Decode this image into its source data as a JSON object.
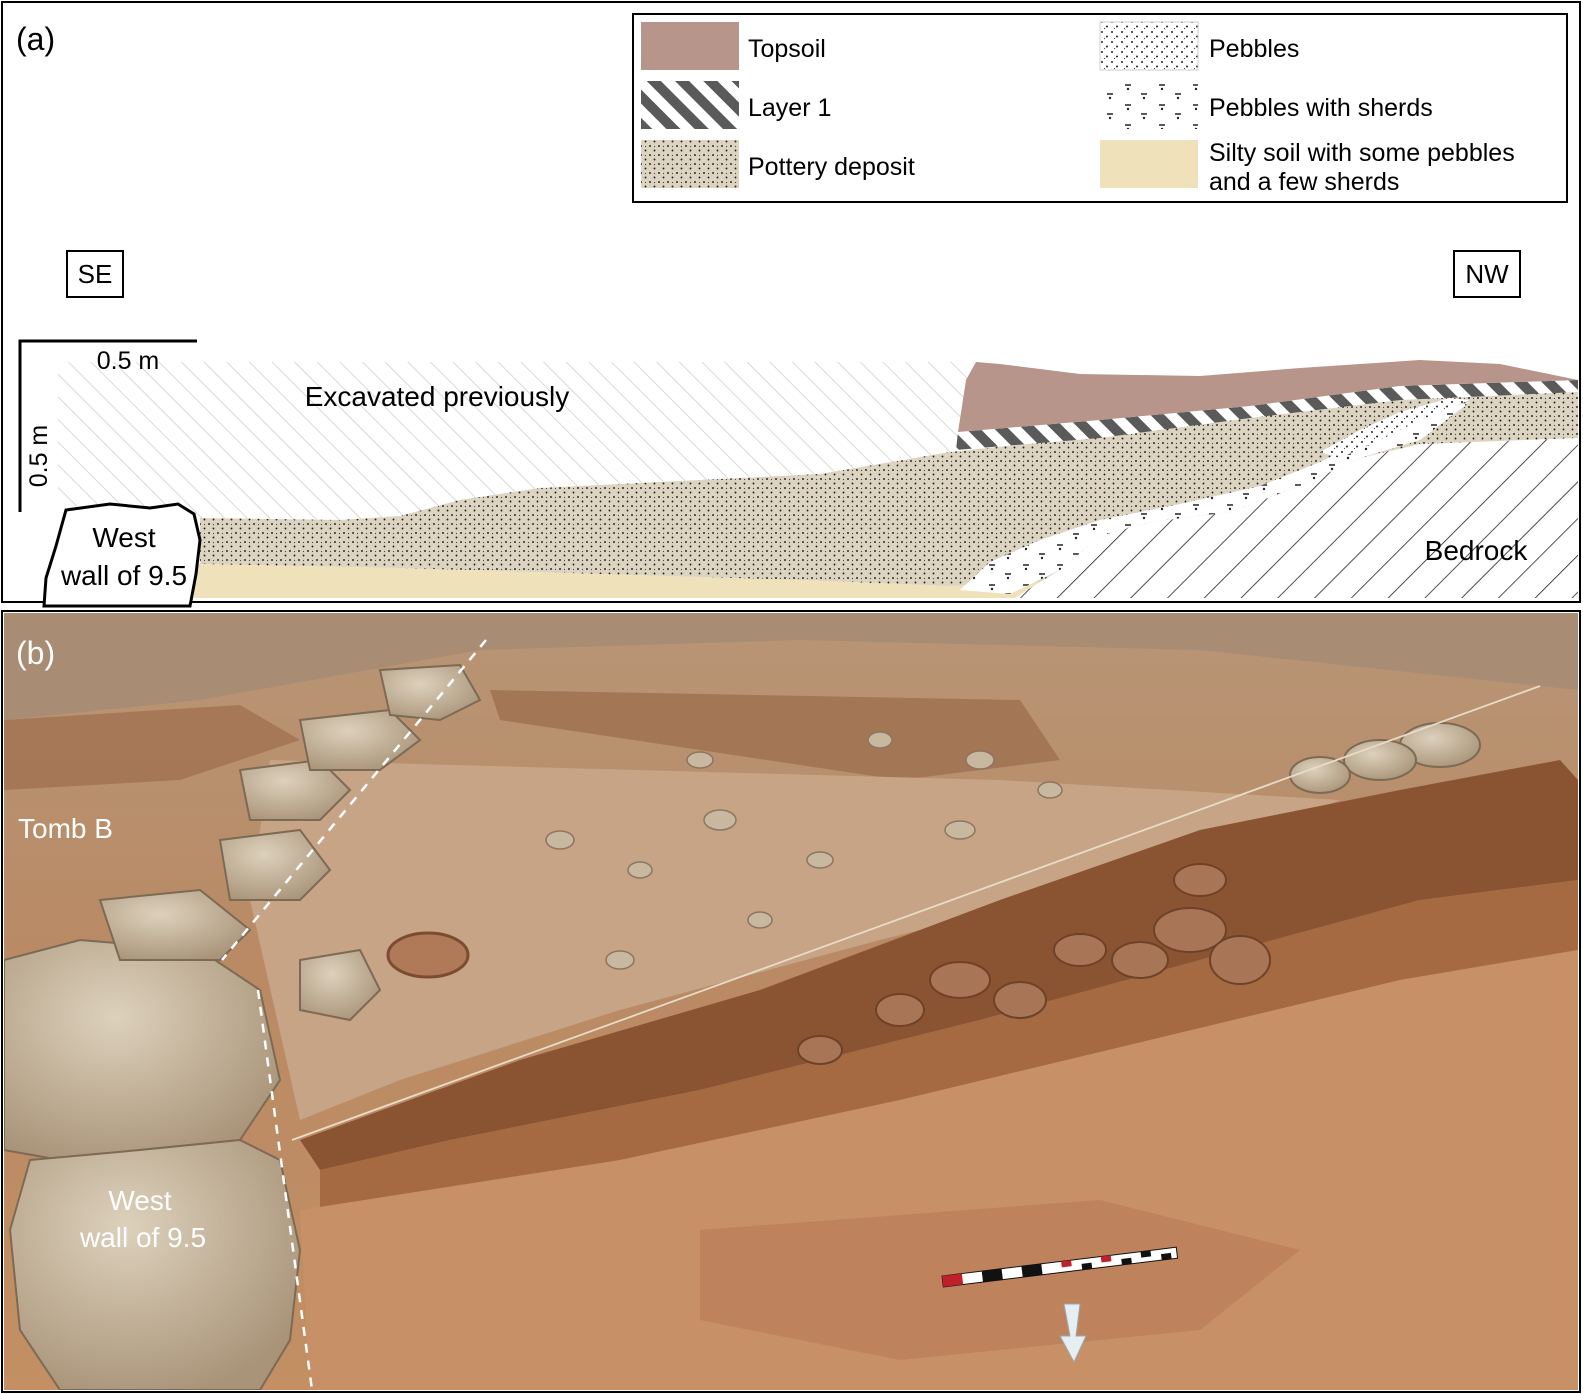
{
  "panel_a": {
    "label": "(a)",
    "legend": [
      {
        "label": "Topsoil",
        "pattern": "topsoil"
      },
      {
        "label": "Layer 1",
        "pattern": "layer1"
      },
      {
        "label": "Pottery deposit",
        "pattern": "pottery"
      },
      {
        "label": "Pebbles",
        "pattern": "pebbles"
      },
      {
        "label": "Pebbles with sherds",
        "pattern": "sherds"
      },
      {
        "label": "Silty soil with some pebbles",
        "label_line2": "and a few sherds",
        "pattern": "silty"
      }
    ],
    "direction_left": "SE",
    "direction_right": "NW",
    "scale_horizontal": "0.5 m",
    "scale_vertical": "0.5 m",
    "labels": {
      "excavated": "Excavated previously",
      "west_wall_line1": "West",
      "west_wall_line2": "wall of 9.5",
      "bedrock": "Bedrock"
    },
    "colors": {
      "topsoil": "#b8958a",
      "layer1_stripe": "#5a5a5a",
      "pottery": "#dcd3c0",
      "silty": "#efe2bb",
      "ink": "#000000"
    }
  },
  "panel_b": {
    "label": "(b)",
    "labels": {
      "tomb": "Tomb B",
      "west_wall_line1": "West",
      "west_wall_line2": "wall of 9.5"
    },
    "icons": [
      "scale-bar-icon",
      "north-arrow-icon"
    ],
    "colors": {
      "soil_light": "#c9a27f",
      "soil_mid": "#b57f56",
      "soil_dark": "#8a5433",
      "stone": "#c8bca6",
      "label_text": "#ffffff"
    }
  }
}
